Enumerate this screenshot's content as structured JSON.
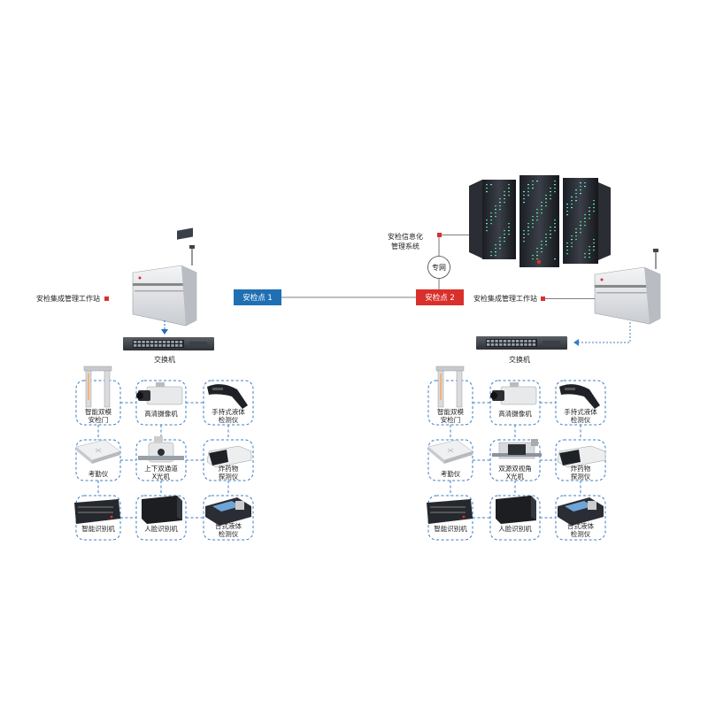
{
  "info_system": {
    "label_line1": "安检信息化",
    "label_line2": "管理系统",
    "private_network": "专网"
  },
  "checkpoint_1": {
    "tag": "安检点 1",
    "tag_color": "#1f6fb3",
    "workstation_label": "安检集成管理工作站",
    "switch_label": "交换机",
    "devices": [
      {
        "line1": "智能双模",
        "line2": "安检门"
      },
      {
        "line1": "高清摄像机",
        "line2": ""
      },
      {
        "line1": "手持式液体",
        "line2": "检测仪"
      },
      {
        "line1": "考勤仪",
        "line2": ""
      },
      {
        "line1": "上下双通道",
        "line2": "X光机"
      },
      {
        "line1": "炸药物",
        "line2": "探测仪"
      },
      {
        "line1": "智能识别机",
        "line2": ""
      },
      {
        "line1": "人脸识别机",
        "line2": ""
      },
      {
        "line1": "台式液体",
        "line2": "检测仪"
      }
    ]
  },
  "checkpoint_2": {
    "tag": "安检点 2",
    "tag_color": "#d9302c",
    "workstation_label": "安检集成管理工作站",
    "switch_label": "交换机",
    "devices": [
      {
        "line1": "智能双模",
        "line2": "安检门"
      },
      {
        "line1": "高清摄像机",
        "line2": ""
      },
      {
        "line1": "手持式液体",
        "line2": "检测仪"
      },
      {
        "line1": "考勤仪",
        "line2": ""
      },
      {
        "line1": "双源双视角",
        "line2": "X光机"
      },
      {
        "line1": "炸药物",
        "line2": "探测仪"
      },
      {
        "line1": "智能识别机",
        "line2": ""
      },
      {
        "line1": "人脸识别机",
        "line2": ""
      },
      {
        "line1": "台式液体",
        "line2": "检测仪"
      }
    ]
  },
  "colors": {
    "dash_blue": "#3b7ec4",
    "marker_red": "#d9302c"
  }
}
